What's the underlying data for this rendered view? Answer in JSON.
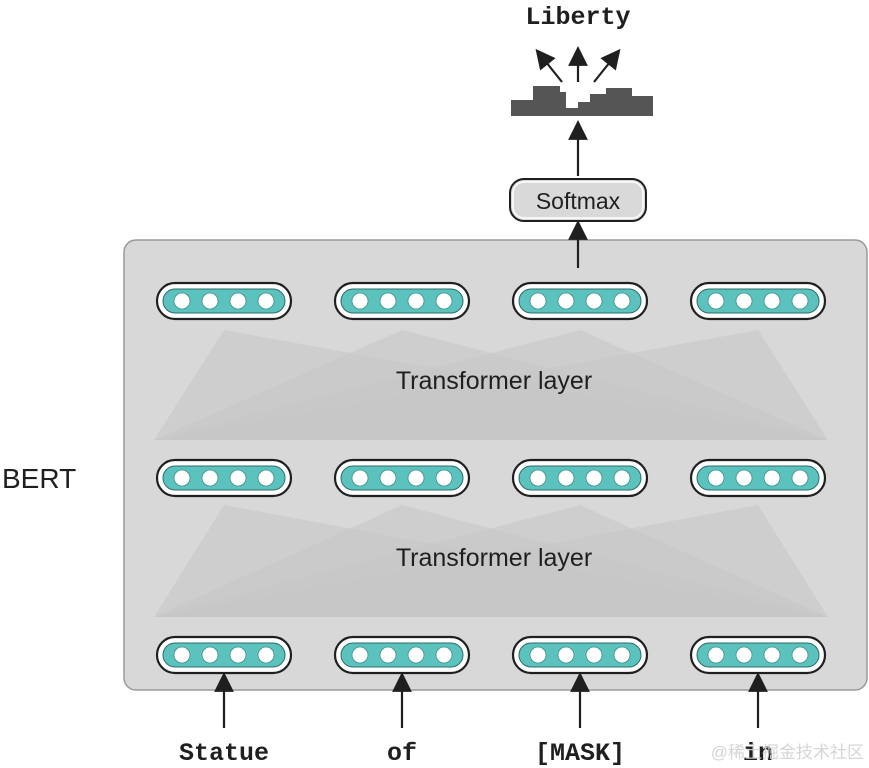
{
  "diagram": {
    "output_word": "Liberty",
    "softmax_label": "Softmax",
    "model_label": "BERT",
    "layers": [
      {
        "label": "Transformer layer"
      },
      {
        "label": "Transformer layer"
      }
    ],
    "input_tokens": [
      "Statue",
      "of",
      "[MASK]",
      "in"
    ],
    "watermark": "@稀土掘金技术社区",
    "colors": {
      "model_box": "#d8d8d8",
      "attention_fan": "#c6c6c6",
      "vector_fill": "#5bc2bd",
      "vector_dot": "#ffffff",
      "softmax_box": "#d9d9d9",
      "distribution": "#555555",
      "text": "#1f1f1f"
    }
  }
}
